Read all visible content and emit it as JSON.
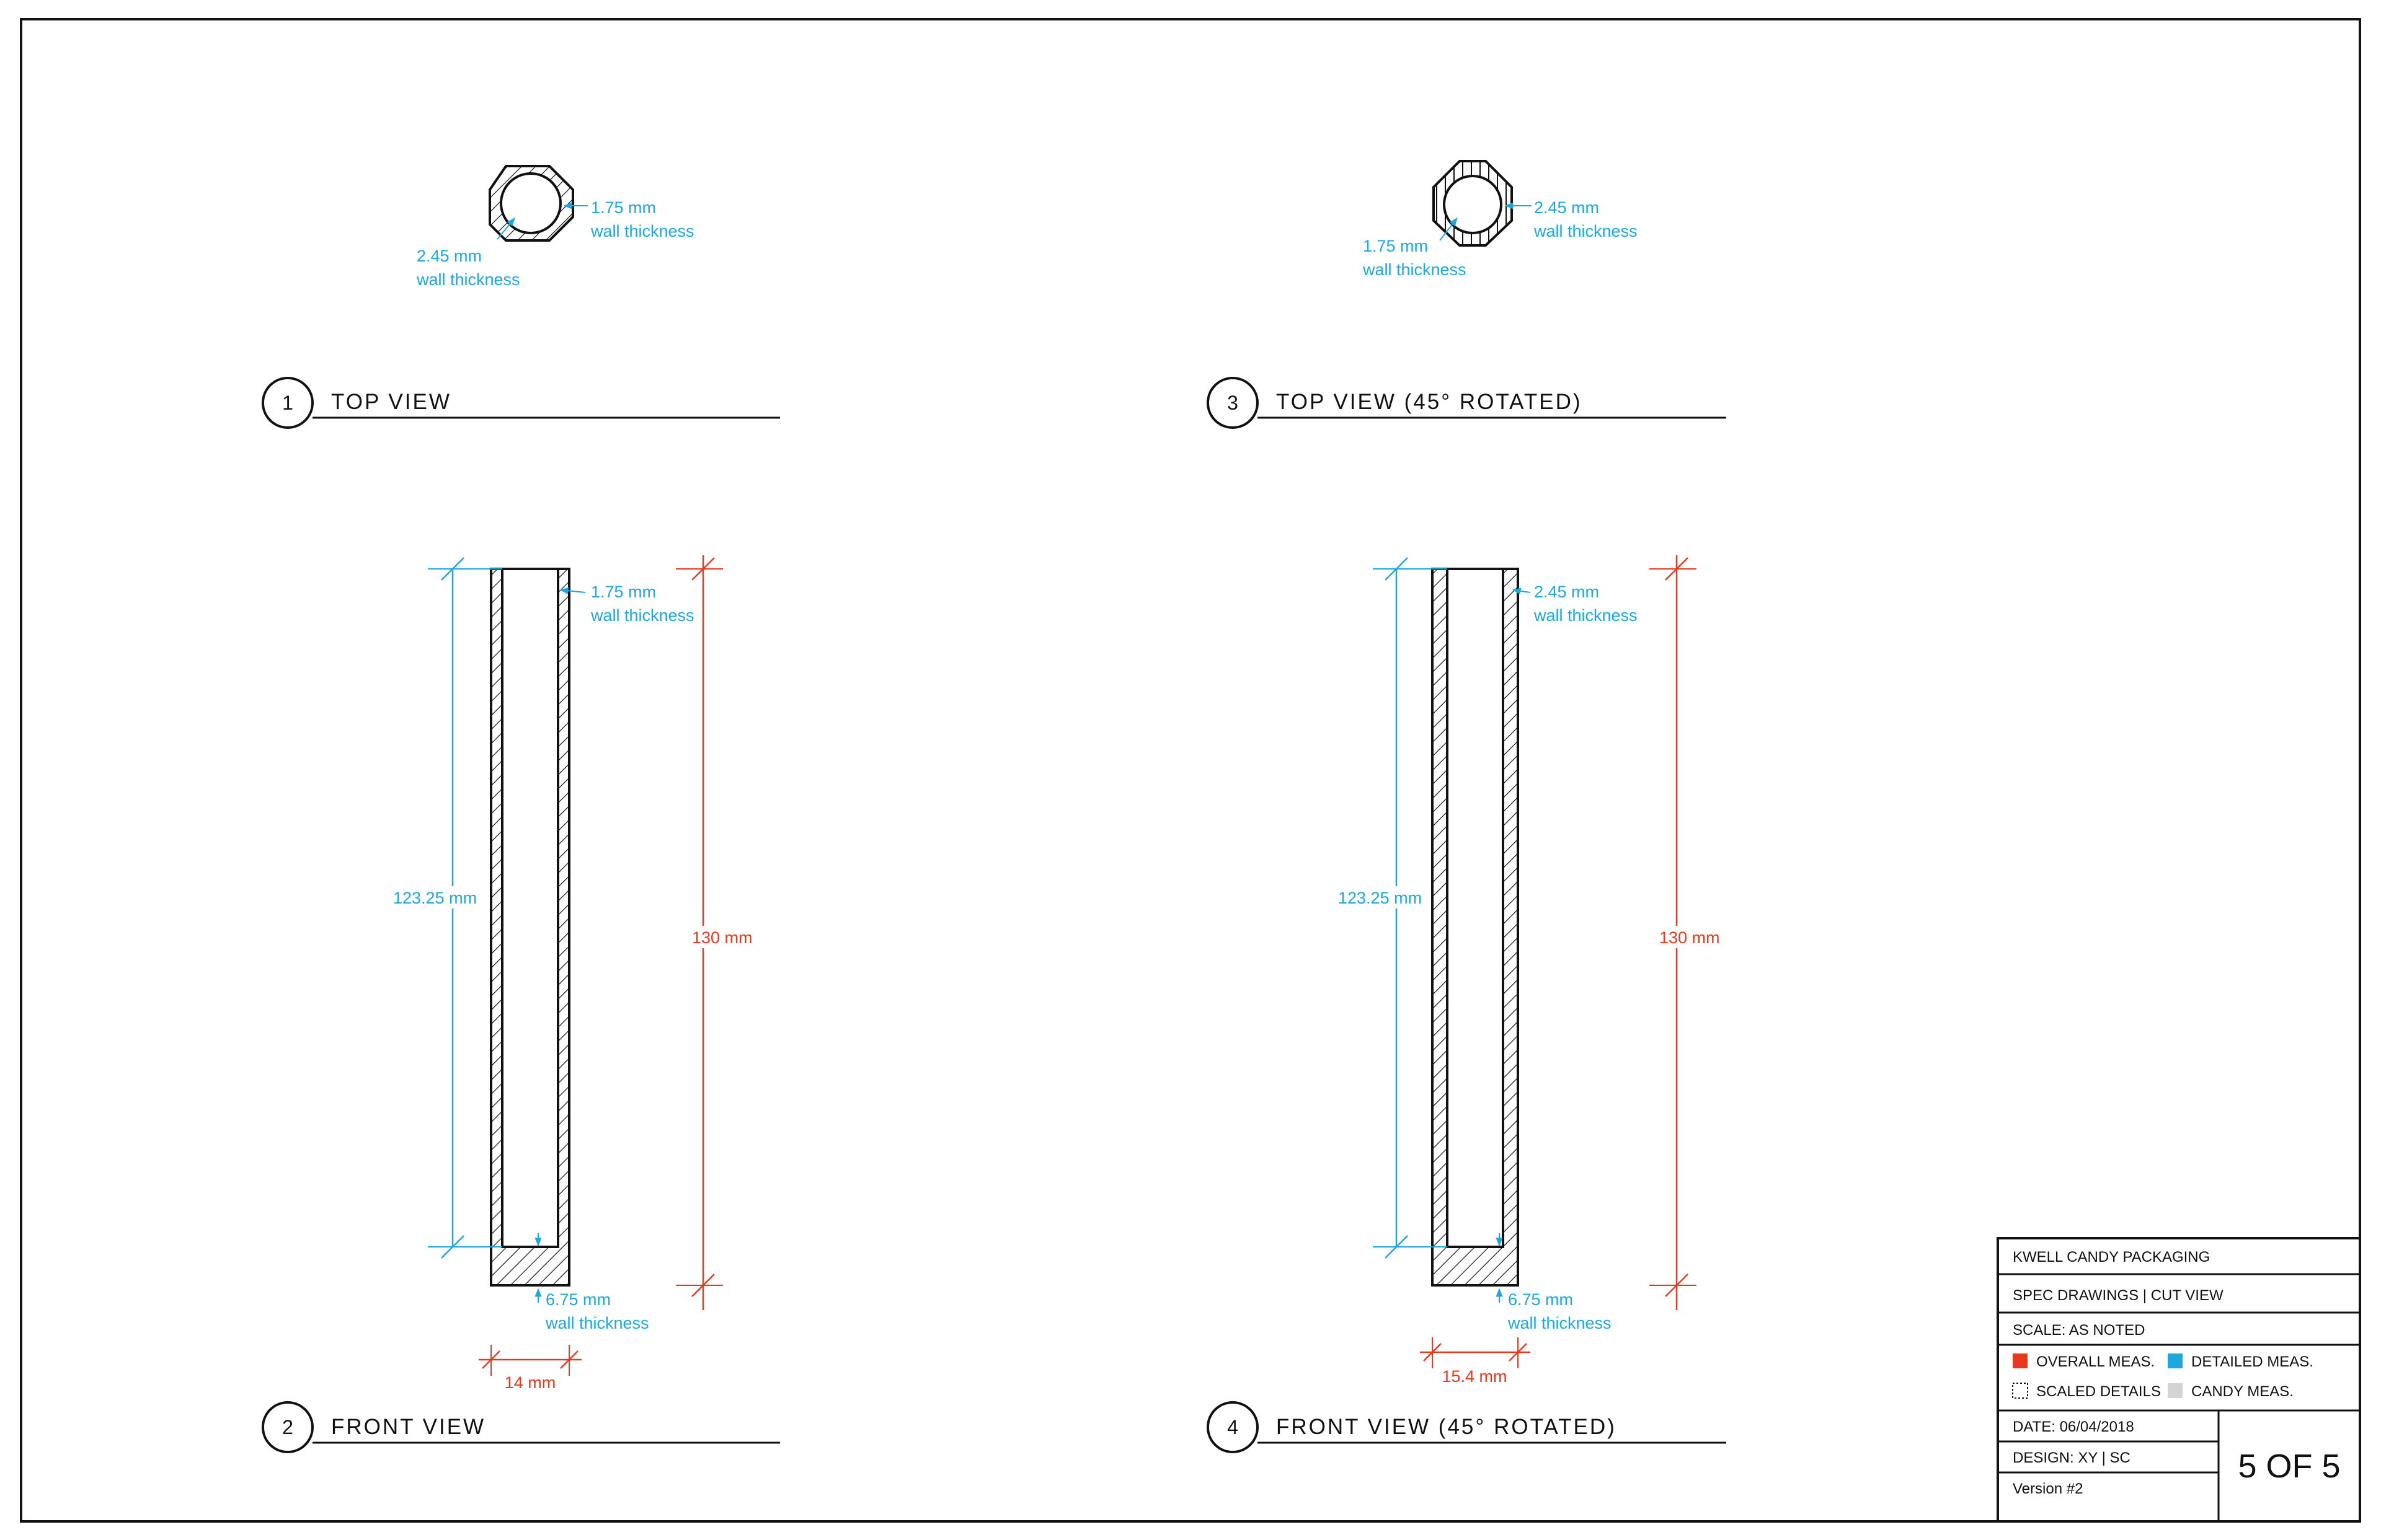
{
  "colors": {
    "overall": "#e8391e",
    "detailed": "#1ea7dc",
    "candy": "#d4d4d4",
    "line": "#111111"
  },
  "views": [
    {
      "number": "1",
      "title": "TOP VIEW"
    },
    {
      "number": "2",
      "title": "FRONT VIEW"
    },
    {
      "number": "3",
      "title": "TOP VIEW (45° ROTATED)"
    },
    {
      "number": "4",
      "title": "FRONT VIEW (45° ROTATED)"
    }
  ],
  "annotations": {
    "v1": {
      "inner_value": "1.75 mm",
      "inner_label": "wall thickness",
      "outer_value": "2.45 mm",
      "outer_label": "wall thickness"
    },
    "v3": {
      "right_value": "2.45 mm",
      "right_label": "wall thickness",
      "left_value": "1.75 mm",
      "left_label": "wall thickness"
    },
    "v2": {
      "wall_value": "1.75 mm",
      "wall_label": "wall thickness",
      "inner_height": "123.25 mm",
      "overall_height": "130 mm",
      "base_value": "6.75 mm",
      "base_label": "wall thickness",
      "width": "14 mm"
    },
    "v4": {
      "wall_value": "2.45 mm",
      "wall_label": "wall thickness",
      "inner_height": "123.25 mm",
      "overall_height": "130 mm",
      "base_value": "6.75 mm",
      "base_label": "wall thickness",
      "width": "15.4 mm"
    }
  },
  "title_block": {
    "company": "KWELL CANDY PACKAGING",
    "drawing": "SPEC DRAWINGS | CUT VIEW",
    "scale": "SCALE: AS NOTED",
    "legend": [
      {
        "label": "OVERALL MEAS.",
        "swatch": "red"
      },
      {
        "label": "DETAILED MEAS.",
        "swatch": "blue"
      },
      {
        "label": "SCALED DETAILS",
        "swatch": "dashed"
      },
      {
        "label": "CANDY MEAS.",
        "swatch": "grey"
      }
    ],
    "date": "DATE: 06/04/2018",
    "design": "DESIGN: XY | SC",
    "version": "Version #2",
    "page": "5 OF 5"
  }
}
